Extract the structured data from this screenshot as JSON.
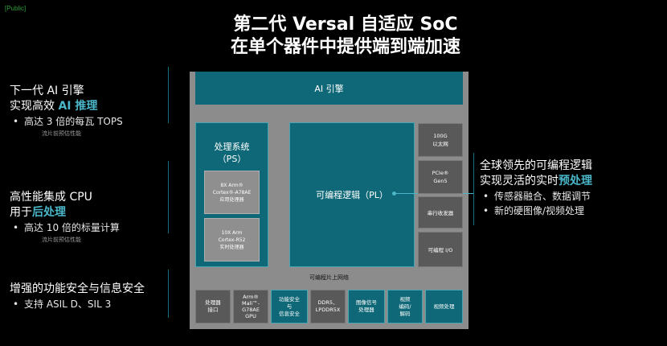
{
  "public_tag": "[Public]",
  "title": {
    "line1": "第二代 Versal 自适应 SoC",
    "line2": "在单个器件中提供端到端加速"
  },
  "left": {
    "ai": {
      "line1": "下一代 AI 引擎",
      "line2_prefix": "实现高效 ",
      "line2_highlight": "AI 推理",
      "bullet": "高达 3 倍的每瓦 TOPS",
      "note": "流片前预估性能"
    },
    "cpu": {
      "line1": "高性能集成 CPU",
      "line2_prefix": "用于",
      "line2_highlight": "后处理",
      "bullet": "高达 10 倍的标量计算",
      "note": "流片前预估性能"
    },
    "safety": {
      "line1": "增强的功能安全与信息安全",
      "bullet": "支持 ASIL D、SIL 3"
    }
  },
  "right": {
    "line1": "全球领先的可编程逻辑",
    "line2_prefix": "实现灵活的实时",
    "line2_highlight": "预处理",
    "bullet1": "传感器融合、数据调节",
    "bullet2": "新的硬图像/视频处理"
  },
  "bullet_char": "•",
  "diagram": {
    "ai_engine": "AI 引擎",
    "ps": {
      "title_line1": "处理系统",
      "title_line2": "（PS）",
      "a78": [
        "8X Arm®",
        "Cortex®-A78AE",
        "应用处理器"
      ],
      "r52": [
        "10X Arm",
        "Cortex-R52",
        "实时处理器"
      ]
    },
    "pl": "可编程逻辑（PL）",
    "side_blocks": [
      [
        "100G",
        "以太网"
      ],
      [
        "PCIe®",
        "Gen5"
      ],
      [
        "串行收发器"
      ],
      [
        "可编程 I/O"
      ]
    ],
    "noc": "可编程片上网络",
    "bottom_blocks": [
      [
        "处理器",
        "接口"
      ],
      [
        "Arm®",
        "Mali™-",
        "G78AE",
        "GPU"
      ],
      [
        "功能安全",
        "与",
        "信息安全"
      ],
      [
        "DDR5、",
        "LPDDR5X"
      ],
      [
        "图像信号",
        "处理器"
      ],
      [
        "视频",
        "编码/",
        "解码"
      ],
      [
        "视频处理"
      ]
    ]
  },
  "colors": {
    "teal_block": "#0f6877",
    "highlight": "#4ab6c8",
    "frame_gray": "#8c8c8c"
  }
}
